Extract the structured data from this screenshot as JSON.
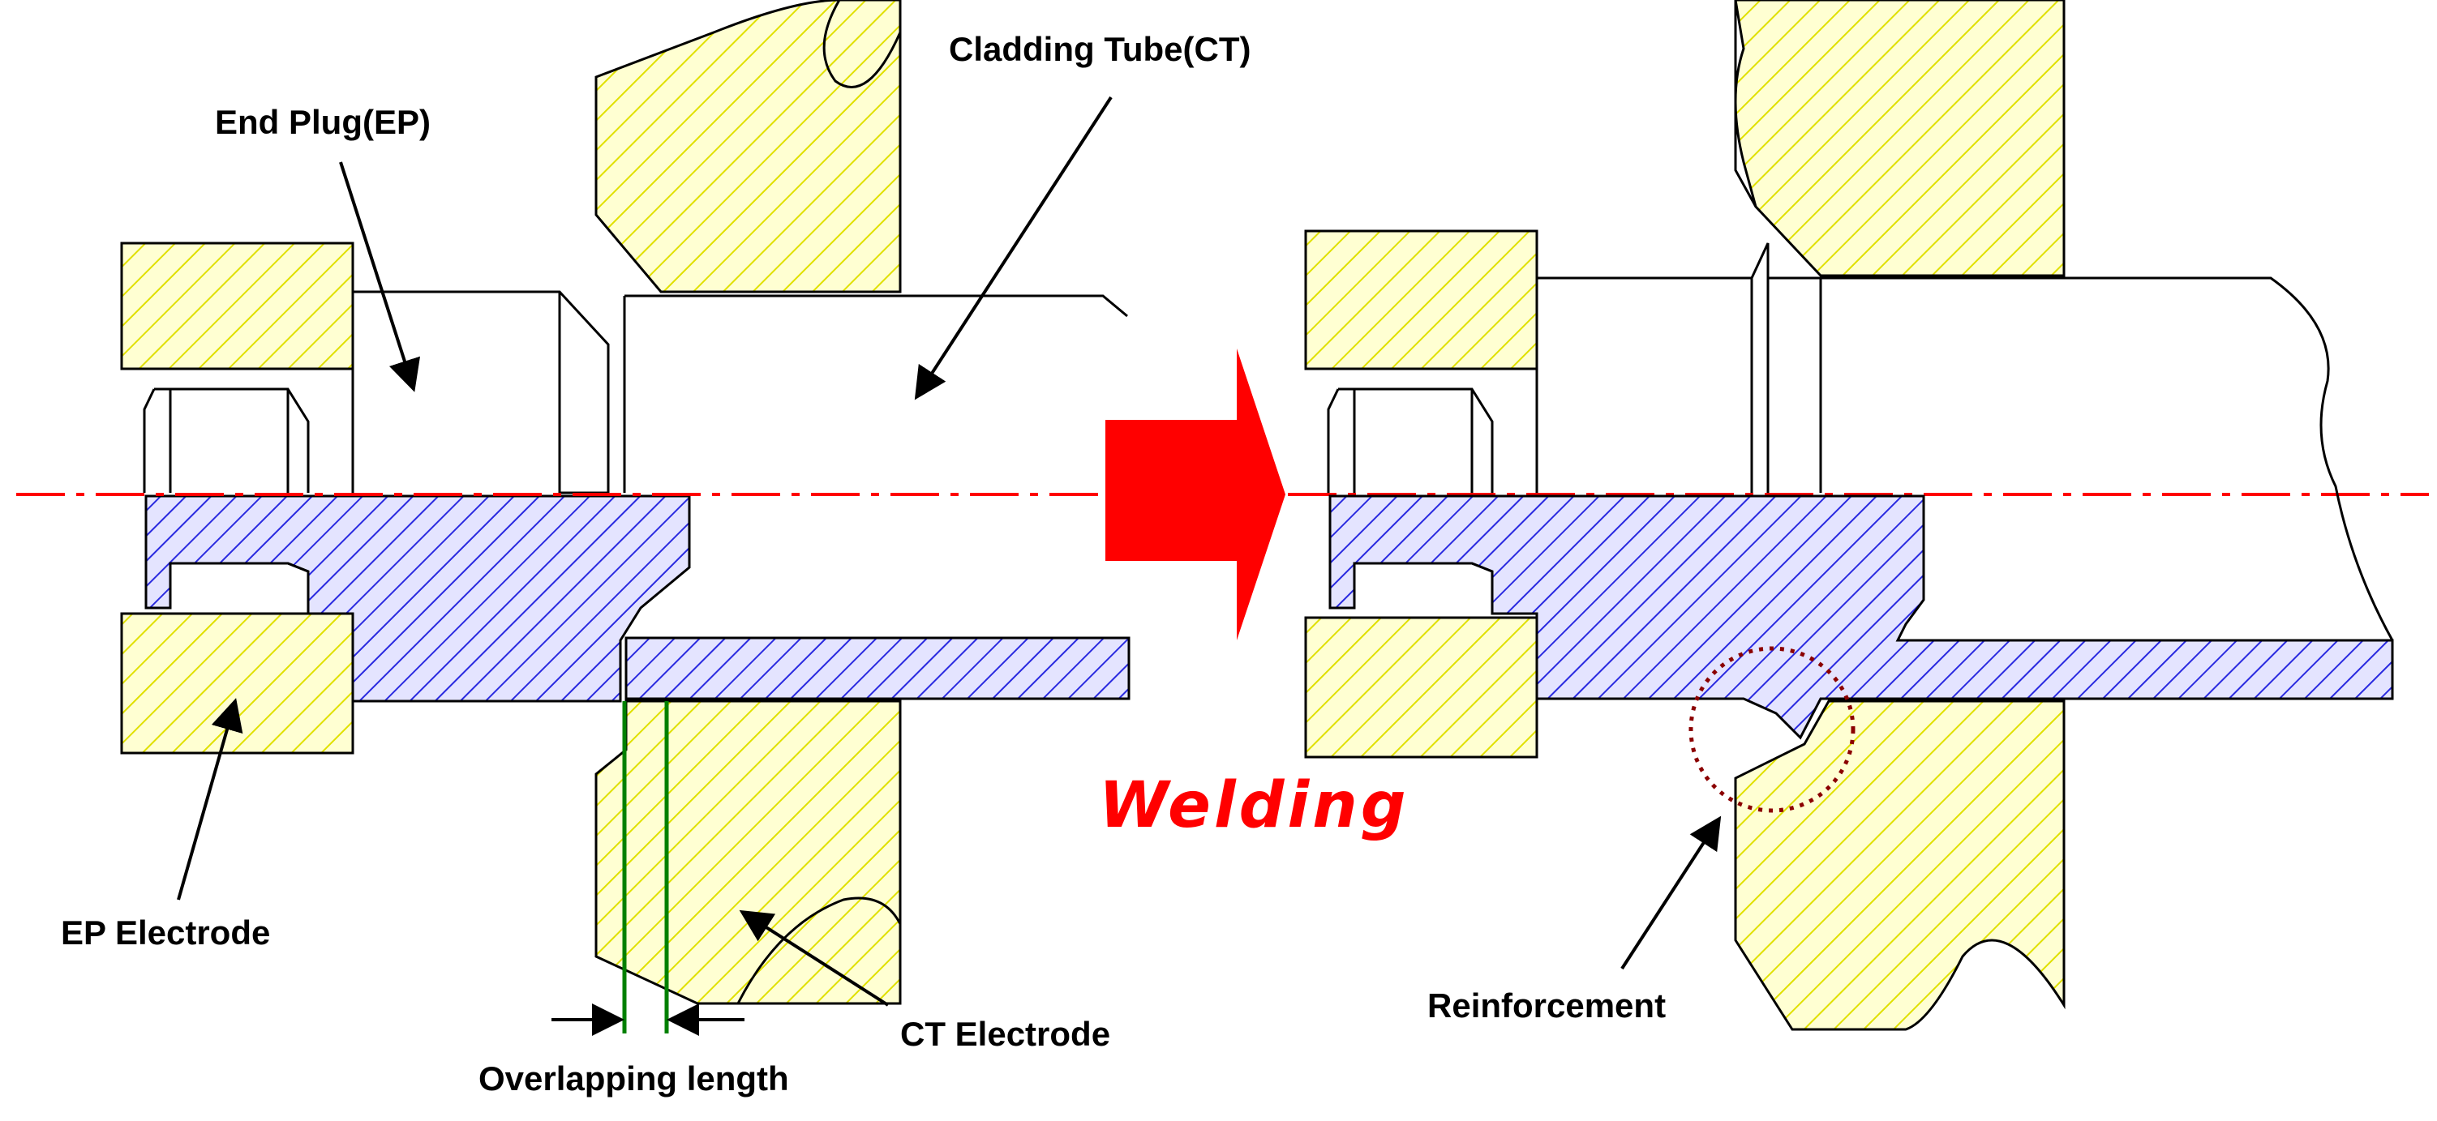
{
  "labels": {
    "cladding_tube": "Cladding Tube(CT)",
    "end_plug": "End Plug(EP)",
    "ep_electrode": "EP Electrode",
    "ct_electrode": "CT Electrode",
    "overlapping_length": "Overlapping length",
    "welding": "Welding",
    "reinforcement": "Reinforcement"
  },
  "colors": {
    "electrode_hatch": "#e6e600",
    "electrode_fill": "#ffffc0",
    "part_hatch": "#2a2ae0",
    "part_fill": "#dcdcff",
    "centerline": "#ff0000",
    "arrow": "#ff0000",
    "welding_text": "#ff0000",
    "overlap_lines": "#008000",
    "reinforcement_circle": "#8b0000"
  }
}
